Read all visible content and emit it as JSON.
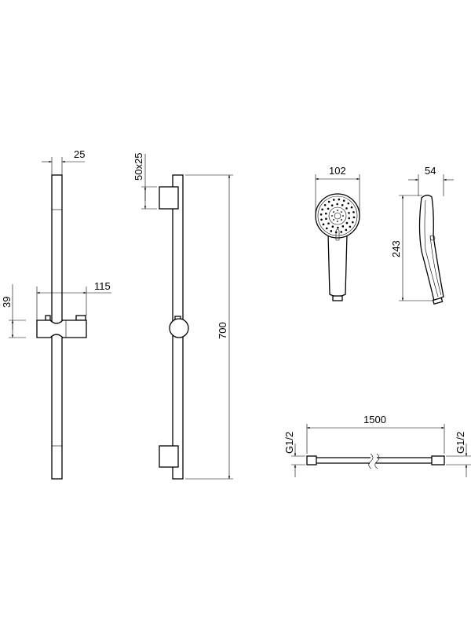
{
  "drawing": {
    "colors": {
      "line": "#000000",
      "background": "#ffffff"
    },
    "rail_front": {
      "width_label": "25",
      "bracket_width_label": "115",
      "bracket_height_label": "39"
    },
    "rail_side": {
      "bracket_size_label": "50x25",
      "length_label": "700"
    },
    "hand_shower_front": {
      "diameter_label": "102"
    },
    "hand_shower_side": {
      "depth_label": "54",
      "length_label": "243"
    },
    "hose": {
      "length_label": "1500",
      "thread_left_label": "G1/2",
      "thread_right_label": "G1/2"
    }
  }
}
